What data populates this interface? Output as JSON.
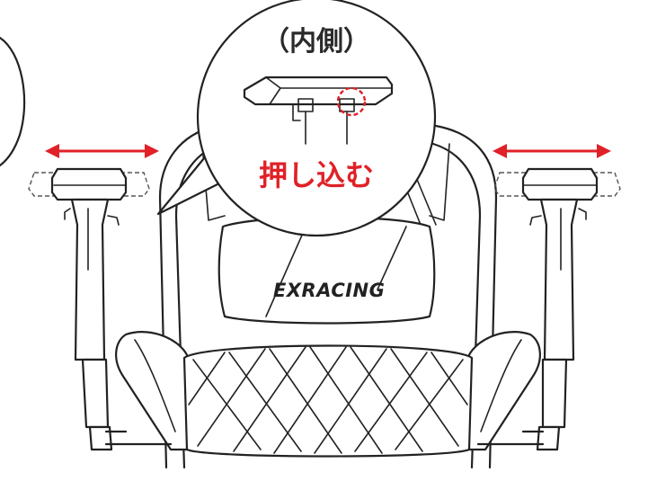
{
  "callout": {
    "title": "（内側）",
    "action": "押し込む"
  },
  "seat_back": {
    "logo_text": "EXRACING"
  },
  "colors": {
    "arrow_red": "#e02127",
    "line": "#222222"
  },
  "icons": {
    "left_arrow": "double-headed-arrow-icon",
    "right_arrow": "double-headed-arrow-icon",
    "highlight": "dashed-circle-highlight-icon"
  }
}
